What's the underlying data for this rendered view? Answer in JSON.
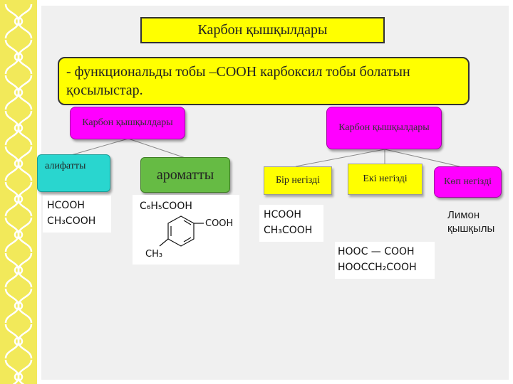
{
  "title": "Карбон қышқылдары",
  "definition": "- функциональды тобы –СООН карбоксил тобы болатын қосылыстар.",
  "left_branch": {
    "label": "Карбон қышқылдары",
    "aliphatic": {
      "label": "алифатты",
      "formulas": [
        "HCOOH",
        "CH₃COOH"
      ]
    },
    "aromatic": {
      "label": "ароматты",
      "formula_top": "C₆H₅COOH",
      "ring_group": "COOH",
      "ring_sub": "CH₃"
    }
  },
  "right_branch": {
    "label": "Карбон қышқылдары",
    "mono": {
      "label": "Бір негізді",
      "formulas": [
        "HCOOH",
        "CH₃COOH"
      ]
    },
    "di": {
      "label": "Екі негізді",
      "formulas": [
        "HOOC — COOH",
        "HOOCCH₂COOH"
      ]
    },
    "poly": {
      "label": "Көп негізді",
      "example": "Лимон қышқылы"
    }
  },
  "colors": {
    "title_bg": "#ffff00",
    "magenta": "#ff00ff",
    "teal": "#29d6cf",
    "green": "#66bb44",
    "border_strip": "#f2e95a"
  }
}
